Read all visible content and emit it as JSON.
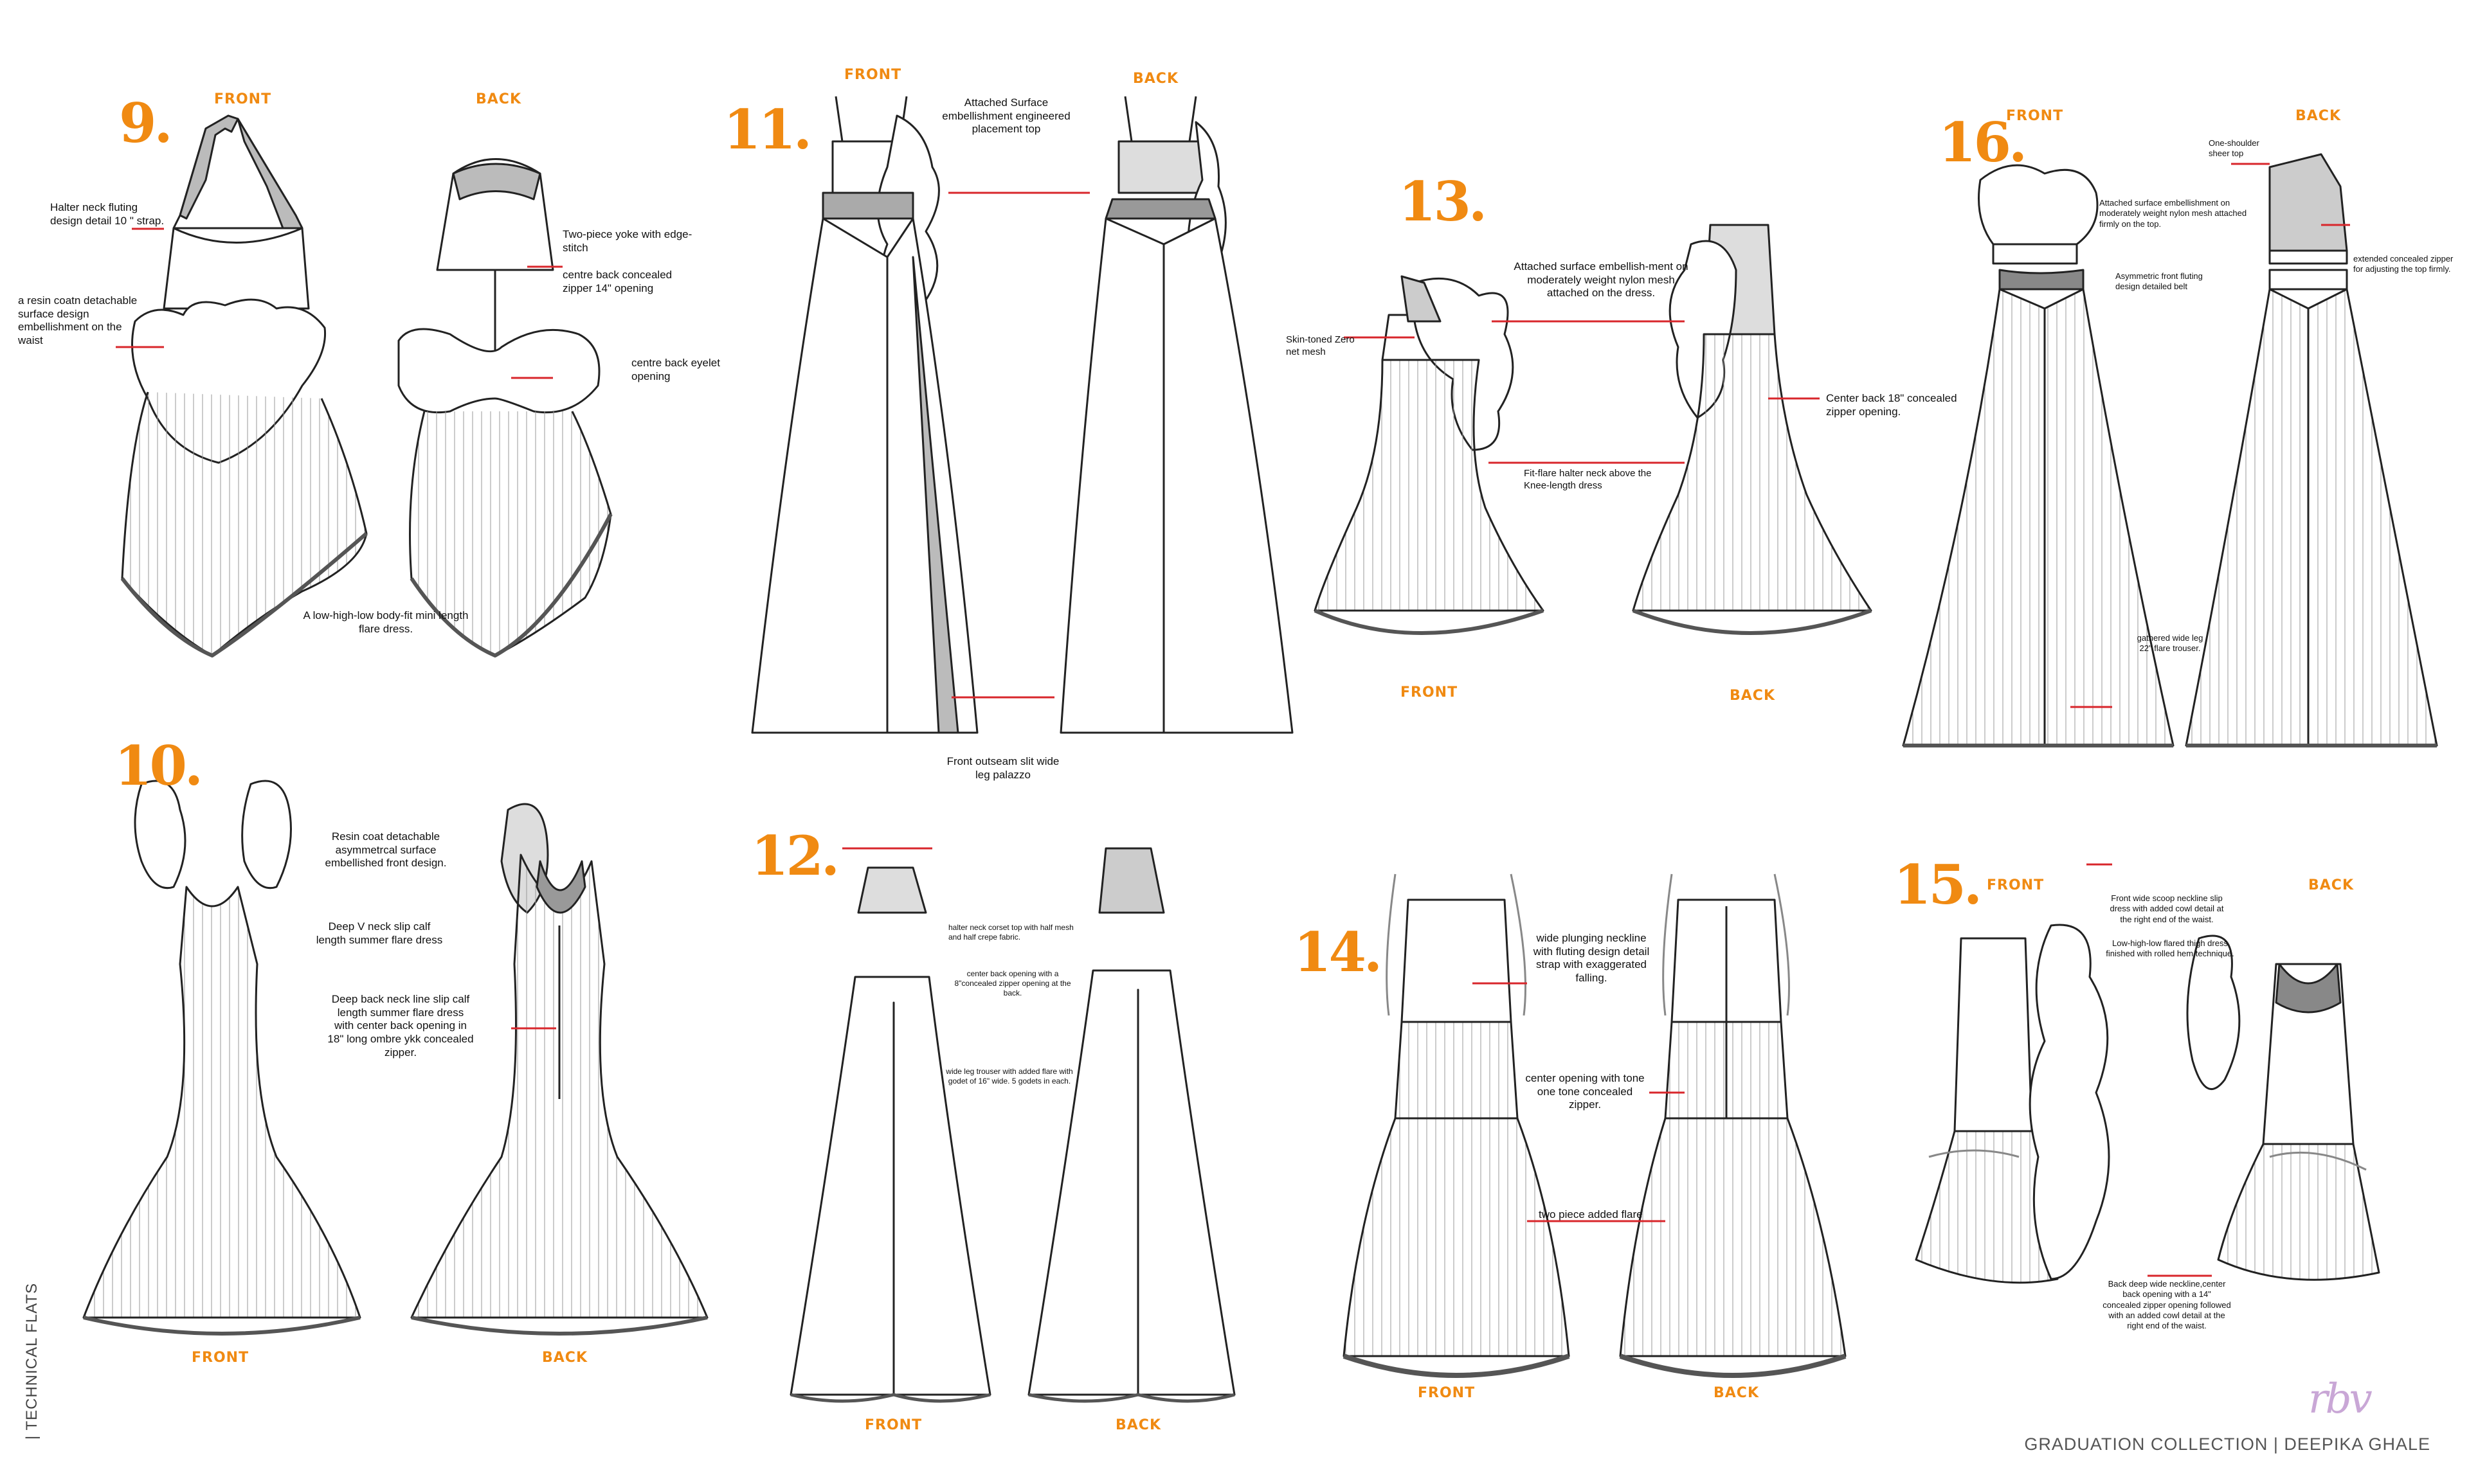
{
  "sidebar_label": "| TECHNICAL FLATS",
  "footer": "GRADUATION COLLECTION | DEEPIKA GHALE",
  "monogram": "rbv",
  "colors": {
    "accent": "#f08a12",
    "leader": "#d8262b",
    "line": "#222222"
  },
  "looks": [
    {
      "number": "9.",
      "front": "FRONT",
      "back": "BACK",
      "notes": [
        "Halter neck fluting design detail 10 \" strap.",
        "a resin coatn detachable surface design embellishment on the waist",
        "Two-piece yoke with edge-stitch",
        "centre back concealed zipper 14\" opening",
        "centre back eyelet opening",
        "A low-high-low body-fit mini length flare dress."
      ]
    },
    {
      "number": "11.",
      "front": "FRONT",
      "back": "BACK",
      "notes": [
        "Attached Surface embellishment engineered placement top",
        "Front outseam slit wide leg palazzo"
      ]
    },
    {
      "number": "13.",
      "front": "FRONT",
      "back": "BACK",
      "notes": [
        "Attached surface embellish-ment on moderately weight nylon mesh attached on the dress.",
        "Skin-toned Zero net mesh",
        "Center back 18\" concealed zipper opening.",
        "Fit-flare halter neck above the Knee-length dress"
      ]
    },
    {
      "number": "16.",
      "front": "FRONT",
      "back": "BACK",
      "notes": [
        "One-shoulder sheer top",
        "Attached surface embellishment on moderately weight nylon mesh attached firmly on the top.",
        "Asymmetric front fluting design detailed belt",
        "extended concealed zipper for adjusting the top firmly.",
        "gathered wide leg 22\" flare trouser."
      ]
    },
    {
      "number": "10.",
      "front": "FRONT",
      "back": "BACK",
      "notes": [
        "Resin coat detachable asymmetrcal surface embellished front design.",
        "Deep V neck slip calf length summer flare dress",
        "Deep back neck line slip calf length summer flare dress with center back opening in 18\" long ombre ykk concealed zipper."
      ]
    },
    {
      "number": "12.",
      "front": "FRONT",
      "back": "BACK",
      "notes": [
        "halter neck corset top with half mesh and half crepe fabric.",
        "center back opening with a 8\"concealed zipper opening at the back.",
        "wide leg trouser with added flare with godet of 16\" wide. 5 godets in each."
      ]
    },
    {
      "number": "14.",
      "front": "FRONT",
      "back": "BACK",
      "notes": [
        "wide plunging neckline with fluting design detail strap with exaggerated falling.",
        "center opening with tone one tone concealed zipper.",
        "two piece added flare"
      ]
    },
    {
      "number": "15.",
      "front": "FRONT",
      "back": "BACK",
      "notes": [
        "Front wide scoop neckline slip dress with added cowl detail at the right end of the waist.",
        "Low-high-low flared thigh dress finished with rolled hem technique.",
        "Back deep wide neckline,center back opening with a 14\" concealed zipper opening followed with an added cowl detail at the right end of the waist."
      ]
    }
  ]
}
